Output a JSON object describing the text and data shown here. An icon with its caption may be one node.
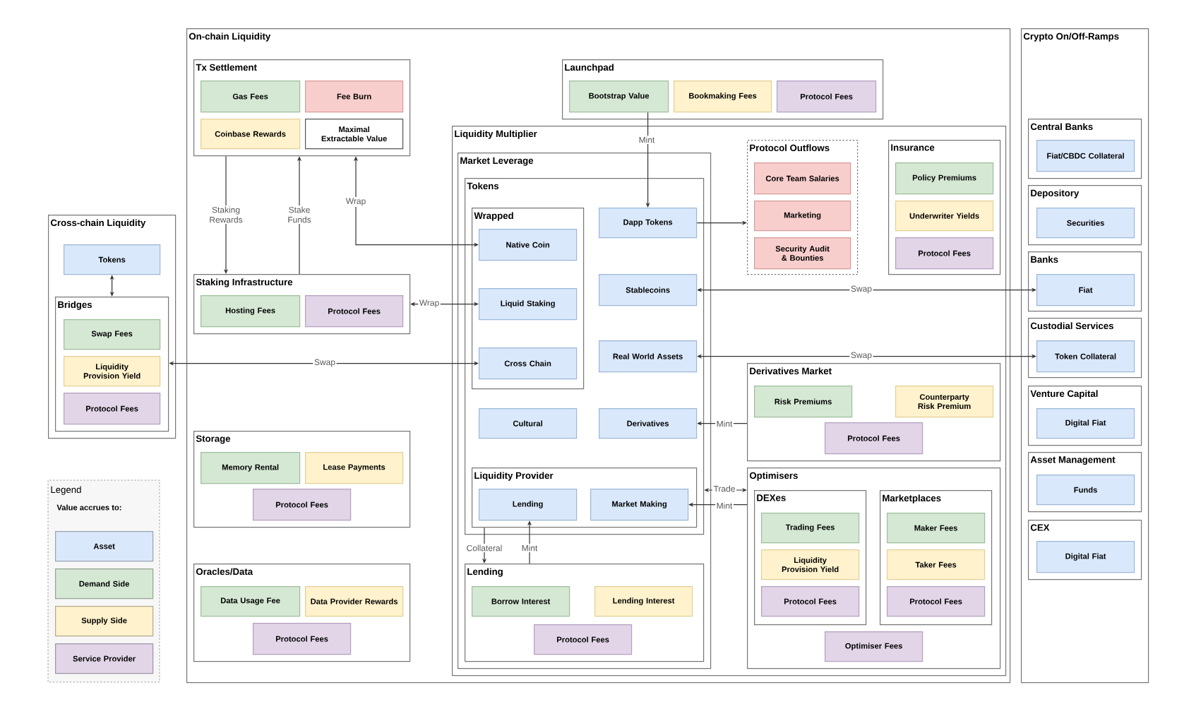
{
  "diagram": {
    "nodes": [
      {
        "text": [
          "On-chain Liquidity"
        ]
      },
      {
        "text": [
          "Tx Settlement"
        ],
        "in": 0
      },
      {
        "text": [
          "Gas Fees"
        ],
        "in": 1
      },
      {
        "text": [
          "Fee Burn"
        ],
        "in": 1
      },
      {
        "text": [
          "Coinbase Rewards"
        ],
        "in": 1
      },
      {
        "text": [
          "Maximal Extractable Value"
        ],
        "in": 1
      },
      {
        "text": [
          "Launchpad"
        ],
        "in": 0
      },
      {
        "text": [
          "Bootstrap Value"
        ],
        "in": 6
      },
      {
        "text": [
          "Bookmaking Fees"
        ],
        "in": 6
      },
      {
        "text": [
          "Protocol Fees"
        ],
        "in": 6
      },
      {
        "text": [
          "Liquidity Multiplier"
        ],
        "in": 0
      },
      {
        "text": [
          "Market Leverage"
        ],
        "in": 10
      },
      {
        "text": [
          "Tokens"
        ],
        "in": 11
      },
      {
        "text": [
          "Wrapped"
        ],
        "in": 12
      },
      {
        "text": [
          "Native Coin"
        ],
        "in": 13
      },
      {
        "text": [
          "Liquid Staking"
        ],
        "in": 13
      },
      {
        "text": [
          "Cross Chain"
        ],
        "in": 13
      },
      {
        "text": [
          "Dapp Tokens"
        ],
        "in": 12
      },
      {
        "text": [
          "Stablecoins"
        ],
        "in": 12
      },
      {
        "text": [
          "Real World Assets"
        ],
        "in": 12
      },
      {
        "text": [
          "Cultural"
        ],
        "in": 12
      },
      {
        "text": [
          "Derivatives"
        ],
        "in": 12
      },
      {
        "text": [
          "Liquidity Provider"
        ],
        "in": 12
      },
      {
        "text": [
          "Lending"
        ],
        "in": 22
      },
      {
        "text": [
          "Market Making"
        ],
        "in": 22
      },
      {
        "text": [
          "Lending"
        ],
        "in": 11
      },
      {
        "text": [
          "Borrow Interest"
        ],
        "in": 25
      },
      {
        "text": [
          "Lending Interest"
        ],
        "in": 25
      },
      {
        "text": [
          "Protocol Fees"
        ],
        "in": 25
      },
      {
        "text": [
          "Protocol Outflows"
        ],
        "in": 10
      },
      {
        "text": [
          "Core Team Salaries"
        ],
        "in": 29
      },
      {
        "text": [
          "Marketing"
        ],
        "in": 29
      },
      {
        "text": [
          "Security Audit & Bounties"
        ],
        "in": 29
      },
      {
        "text": [
          "Insurance"
        ],
        "in": 10
      },
      {
        "text": [
          "Policy Premiums"
        ],
        "in": 33
      },
      {
        "text": [
          "Underwriter Yields"
        ],
        "in": 33
      },
      {
        "text": [
          "Protocol Fees"
        ],
        "in": 33
      },
      {
        "text": [
          "Derivatives Market"
        ],
        "in": 10
      },
      {
        "text": [
          "Risk Premiums"
        ],
        "in": 37
      },
      {
        "text": [
          "Counterparty Risk Premium"
        ],
        "in": 37
      },
      {
        "text": [
          "Protocol Fees"
        ],
        "in": 37
      },
      {
        "text": [
          "Optimisers"
        ],
        "in": 10
      },
      {
        "text": [
          "DEXes"
        ],
        "in": 41
      },
      {
        "text": [
          "Trading Fees"
        ],
        "in": 42
      },
      {
        "text": [
          "Liquidity Provision Yield"
        ],
        "in": 42
      },
      {
        "text": [
          "Protocol Fees"
        ],
        "in": 42
      },
      {
        "text": [
          "Marketplaces"
        ],
        "in": 41
      },
      {
        "text": [
          "Maker Fees"
        ],
        "in": 46
      },
      {
        "text": [
          "Taker Fees"
        ],
        "in": 46
      },
      {
        "text": [
          "Protocol Fees"
        ],
        "in": 46
      },
      {
        "text": [
          "Optimiser Fees"
        ],
        "in": 41
      },
      {
        "text": [
          "Staking Infrastructure"
        ],
        "in": 0
      },
      {
        "text": [
          "Hosting Fees"
        ],
        "in": 51
      },
      {
        "text": [
          "Protocol Fees"
        ],
        "in": 51
      },
      {
        "text": [
          "Storage"
        ],
        "in": 0
      },
      {
        "text": [
          "Memory Rental"
        ],
        "in": 54
      },
      {
        "text": [
          "Lease Payments"
        ],
        "in": 54
      },
      {
        "text": [
          "Protocol Fees"
        ],
        "in": 54
      },
      {
        "text": [
          "Oracles/Data"
        ],
        "in": 0
      },
      {
        "text": [
          "Data Usage Fee"
        ],
        "in": 58
      },
      {
        "text": [
          "Data Provider Rewards"
        ],
        "in": 58
      },
      {
        "text": [
          "Protocol Fees"
        ],
        "in": 58
      },
      {
        "text": [
          "Cross-chain Liquidity"
        ]
      },
      {
        "text": [
          "Tokens"
        ],
        "in": 62
      },
      {
        "text": [
          "Bridges"
        ],
        "in": 62
      },
      {
        "text": [
          "Swap Fees"
        ],
        "in": 64
      },
      {
        "text": [
          "Liquidity Provision Yield"
        ],
        "in": 64
      },
      {
        "text": [
          "Protocol Fees"
        ],
        "in": 64
      },
      {
        "text": [
          "Crypto On/Off-Ramps"
        ]
      },
      {
        "text": [
          "Central Banks"
        ],
        "in": 68
      },
      {
        "text": [
          "Fiat/CBDC Collateral"
        ],
        "in": 69
      },
      {
        "text": [
          "Depository"
        ],
        "in": 68
      },
      {
        "text": [
          "Securities"
        ],
        "in": 71
      },
      {
        "text": [
          "Banks"
        ],
        "in": 68
      },
      {
        "text": [
          "Fiat"
        ],
        "in": 73
      },
      {
        "text": [
          "Custodial Services"
        ],
        "in": 68
      },
      {
        "text": [
          "Token Collateral"
        ],
        "in": 75
      },
      {
        "text": [
          "Venture Capital"
        ],
        "in": 68
      },
      {
        "text": [
          "Digital Fiat"
        ],
        "in": 77
      },
      {
        "text": [
          "Asset Management"
        ],
        "in": 68
      },
      {
        "text": [
          "Funds"
        ],
        "in": 79
      },
      {
        "text": [
          "CEX"
        ],
        "in": 68
      },
      {
        "text": [
          "Digital Fiat"
        ],
        "in": 81
      }
    ],
    "edges": [
      {
        "from": 1,
        "to": 51,
        "arrow": "to",
        "label": "Staking Rewards"
      },
      {
        "from": 51,
        "to": 1,
        "arrow": "to",
        "label": "Stake Funds"
      },
      {
        "from": 14,
        "to": 1,
        "arrow": "both",
        "label": "Wrap"
      },
      {
        "from": 51,
        "to": 15,
        "arrow": "both",
        "label": "Wrap"
      },
      {
        "from": 64,
        "to": 16,
        "arrow": "both",
        "label": "Swap"
      },
      {
        "from": 63,
        "to": 64,
        "arrow": "both"
      },
      {
        "from": 7,
        "to": 17,
        "arrow": "to",
        "label": "Mint"
      },
      {
        "from": 17,
        "to": 29,
        "arrow": "to"
      },
      {
        "from": 18,
        "to": 74,
        "arrow": "both",
        "label": "Swap"
      },
      {
        "from": 19,
        "to": 76,
        "arrow": "both",
        "label": "Swap"
      },
      {
        "from": 37,
        "to": 21,
        "arrow": "to",
        "label": "Mint"
      },
      {
        "from": 12,
        "to": 41,
        "arrow": "both",
        "label": "Trade"
      },
      {
        "from": 41,
        "to": 24,
        "arrow": "to",
        "label": "Mint"
      },
      {
        "from": 22,
        "to": 25,
        "arrow": "to",
        "label": "Collateral"
      },
      {
        "from": 25,
        "to": 23,
        "arrow": "to",
        "label": "Mint"
      }
    ],
    "labels": [
      "Legend",
      "Value accrues to:"
    ],
    "legend": [
      {
        "text": "Asset",
        "color": "#dae8fc"
      },
      {
        "text": "Demand Side",
        "color": "#d5e8d4"
      },
      {
        "text": "Supply Side",
        "color": "#fff2cc"
      },
      {
        "text": "Service Provider",
        "color": "#e1d5e7"
      }
    ]
  }
}
